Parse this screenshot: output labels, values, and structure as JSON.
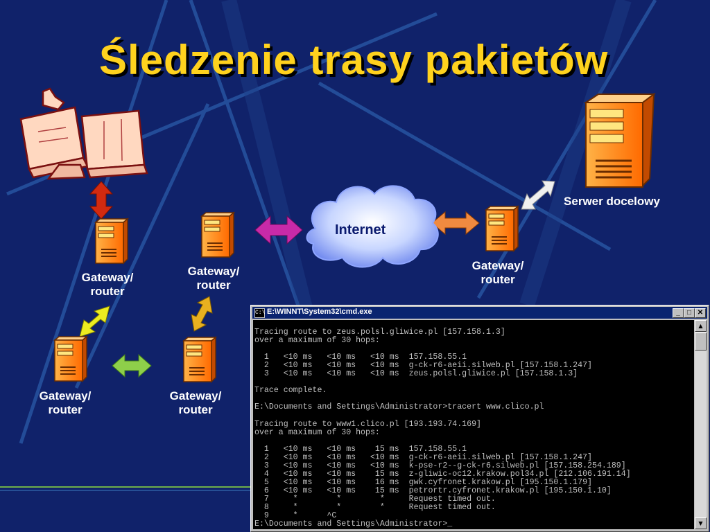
{
  "slide": {
    "title": "Śledzenie trasy pakietów",
    "colors": {
      "background": "#10226a",
      "title": "#ffd21e",
      "label": "#ffffff",
      "server": "#ff7a10"
    },
    "labels": {
      "gw_top_left": "Gateway/\nrouter",
      "gw_top_mid": "Gateway/\nrouter",
      "gw_bottom_left": "Gateway/\nrouter",
      "gw_bottom_mid": "Gateway/\nrouter",
      "gw_right": "Gateway/\nrouter",
      "target_server": "Serwer docelowy",
      "internet": "Internet"
    }
  },
  "cmd_window": {
    "title": "E:\\WINNT\\System32\\cmd.exe",
    "icon": "C:\\",
    "buttons": {
      "minimize": "_",
      "maximize": "□",
      "close": "✕"
    },
    "scroll": {
      "up": "▲",
      "down": "▼"
    },
    "output": "Tracing route to zeus.polsl.gliwice.pl [157.158.1.3]\nover a maximum of 30 hops:\n\n  1   <10 ms   <10 ms   <10 ms  157.158.55.1\n  2   <10 ms   <10 ms   <10 ms  g-ck-r6-aeii.silweb.pl [157.158.1.247]\n  3   <10 ms   <10 ms   <10 ms  zeus.polsl.gliwice.pl [157.158.1.3]\n\nTrace complete.\n\nE:\\Documents and Settings\\Administrator>tracert www.clico.pl\n\nTracing route to www1.clico.pl [193.193.74.169]\nover a maximum of 30 hops:\n\n  1   <10 ms   <10 ms    15 ms  157.158.55.1\n  2   <10 ms   <10 ms   <10 ms  g-ck-r6-aeii.silweb.pl [157.158.1.247]\n  3   <10 ms   <10 ms   <10 ms  k-pse-r2--g-ck-r6.silweb.pl [157.158.254.189]\n  4   <10 ms   <10 ms    15 ms  z-gliwic-oc12.krakow.pol34.pl [212.106.191.14]\n  5   <10 ms   <10 ms    16 ms  gwk.cyfronet.krakow.pl [195.150.1.179]\n  6   <10 ms   <10 ms    15 ms  petrortr.cyfronet.krakow.pl [195.150.1.10]\n  7     *        *        *     Request timed out.\n  8     *        *        *     Request timed out.\n  9     *      ^C\nE:\\Documents and Settings\\Administrator>_"
  }
}
